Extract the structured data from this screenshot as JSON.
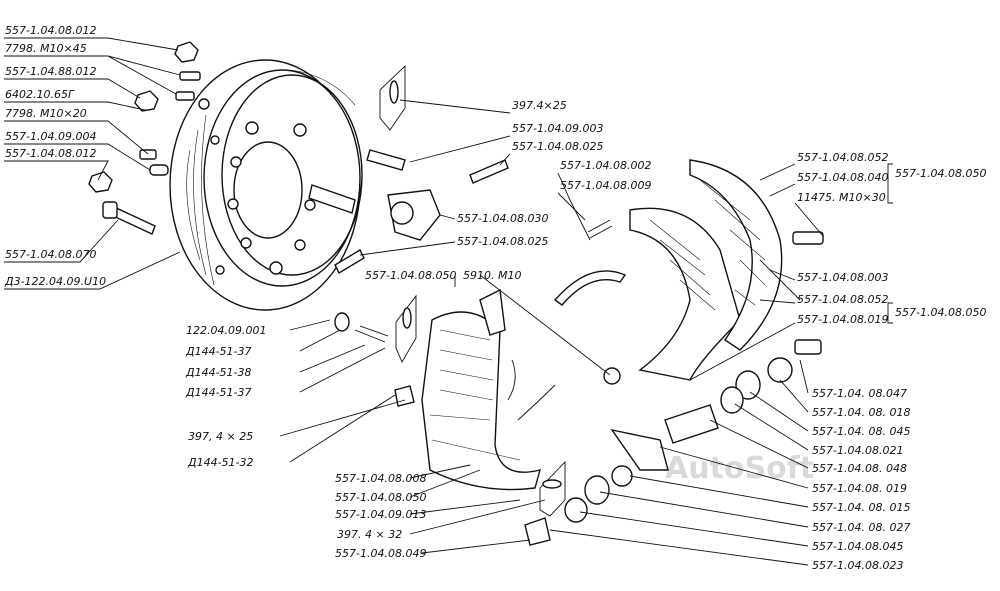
{
  "watermark": "AutoSoft",
  "labels": {
    "l01": "557-1.04.08.012",
    "l02": "7798. M10×45",
    "l03": "557-1.04.88.012",
    "l04": "6402.10.65Г",
    "l05": "7798. M10×20",
    "l06": "557-1.04.09.004",
    "l07": "557-1.04.08.012",
    "l08": "557-1.04.08.070",
    "l09": "Д3-122.04.09.U10",
    "l10": "397.4×25",
    "l11": "557-1.04.09.003",
    "l12": "557-1.04.08.025",
    "l13": "557-1.04.08.002",
    "l14": "557-1.04.08.009",
    "l15": "557-1.04.08.030",
    "l16": "557-1.04.08.025",
    "l17": "557-1.04.08.050",
    "l18": "5910. M10",
    "l19": "557-1.04.08.052",
    "l20": "557-1.04.08.040",
    "l21": "557-1.04.08.050",
    "l22": "11475. M10×30",
    "l23": "557-1.04.08.003",
    "l24": "557-1.04.08.052",
    "l25": "557-1.04.08.019",
    "l26": "557-1.04.08.050",
    "l27": "122.04.09.001",
    "l28": "Д144-51-37",
    "l29": "Д144-51-38",
    "l30": "Д144-51-37",
    "l31": "397, 4 × 25",
    "l32": "Д144-51-32",
    "l33": "557-1.04.08.008",
    "l34": "557-1.04.08.050",
    "l35": "557-1.04.09.013",
    "l36": "397. 4 × 32",
    "l37": "557-1.04.08.049",
    "l38": "557-1.04. 08.047",
    "l39": "557-1.04. 08. 018",
    "l40": "557-1.04. 08. 045",
    "l41": "557-1.04.08.021",
    "l42": "557-1.04.08. 048",
    "l43": "557-1.04.08. 019",
    "l44": "557-1.04. 08. 015",
    "l45": "557-1.04. 08. 027",
    "l46": "557-1.04.08.045",
    "l47": "557-1.04.08.023"
  }
}
